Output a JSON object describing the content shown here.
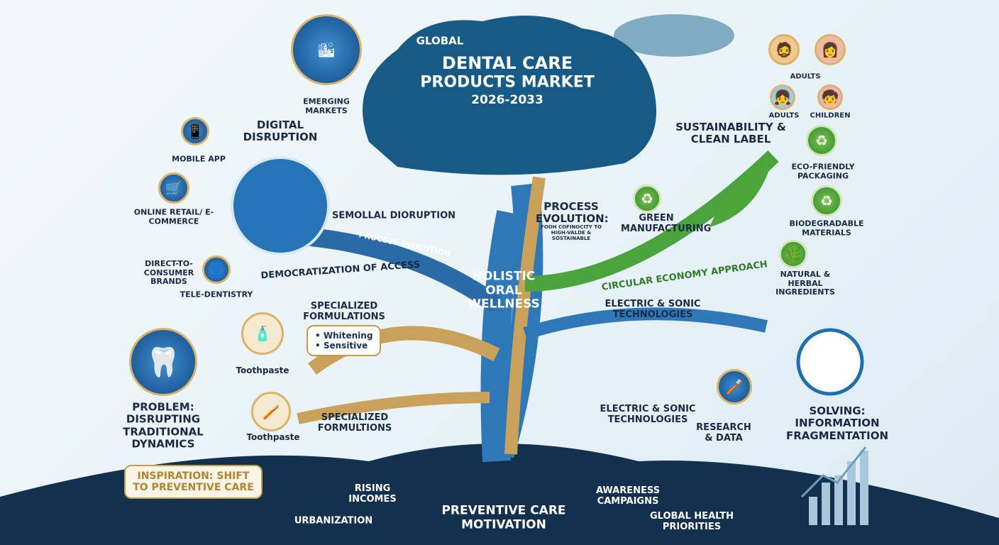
{
  "title": {
    "line1": "GLOBAL",
    "line2": "DENTAL CARE",
    "line3": "PRODUCTS MARKET",
    "years": "2026-2033"
  },
  "left": {
    "emerging": "EMERGING MARKETS",
    "digital": "DIGITAL DISRUPTION",
    "mobile": "MOBILE APP",
    "online": "ONLINE RETAIL/ E-COMMERCE",
    "dtc": "DIRECT-TO-CONSUMER BRANDS",
    "tele": "TELE-DENTISTRY",
    "semollal": "SEMOLLAL DIORUPTION",
    "process": "PROCESS EVOLUTION",
    "democrat": "DEMOCRATIZATION OF ACCESS",
    "specialized": "SPECIALIZED FORMULATIONS",
    "bullets": [
      "• Whitening",
      "• Sensitive"
    ],
    "toothpaste1": "Toothpaste",
    "toothpaste2": "Toothpaste",
    "specialized2": "SPECIALIZED FORMULTIONS",
    "problem": "PROBLEM: DISRUPTING TRADITIONAL DYNAMICS",
    "inspiration": "INSPIRATION: SHIFT TO PREVENTIVE CARE"
  },
  "center": {
    "holistic": "HOLISTIC ORAL WELLNESS"
  },
  "roots": {
    "rising": "RISING INCOMES",
    "urban": "URBANIZATION",
    "preventive": "PREVENTIVE CARE MOTIVATION",
    "awareness": "AWARENESS CAMPAIGNS",
    "global": "GLOBAL HEALTH PRIORITIES"
  },
  "right": {
    "adults1": "ADULTS",
    "adults2": "ADULTS",
    "children": "CHILDREN",
    "sustain": "SUSTAINABILITY & CLEAN LABEL",
    "eco": "ECO-FRIENDLY PACKAGING",
    "bio": "BIODEGRADABLE MATERIALS",
    "natural": "NATURAL & HERBAL INGREDIENTS",
    "green": "GREEN MANUFACTURING",
    "process": "PROCESS EVOLUTION:",
    "process_sub": "FOOH COFINOCITY TO HIGH-VALDE & SOSTAINABLE",
    "circular": "CIRCULAR ECONOMY APPROACH",
    "electric1": "ELECTRIC & SONIC TECHNOLOGIES",
    "electric2": "ELECTRIC & SONIC TECHNOLOGIES",
    "research": "RESEARCH & DATA",
    "solving": "SOLVING: INFORMATION FRAGMENTATION"
  },
  "colors": {
    "navy": "#16324f",
    "gold": "#c69b45",
    "green": "#3f9a34",
    "blue": "#1f6fb0"
  }
}
